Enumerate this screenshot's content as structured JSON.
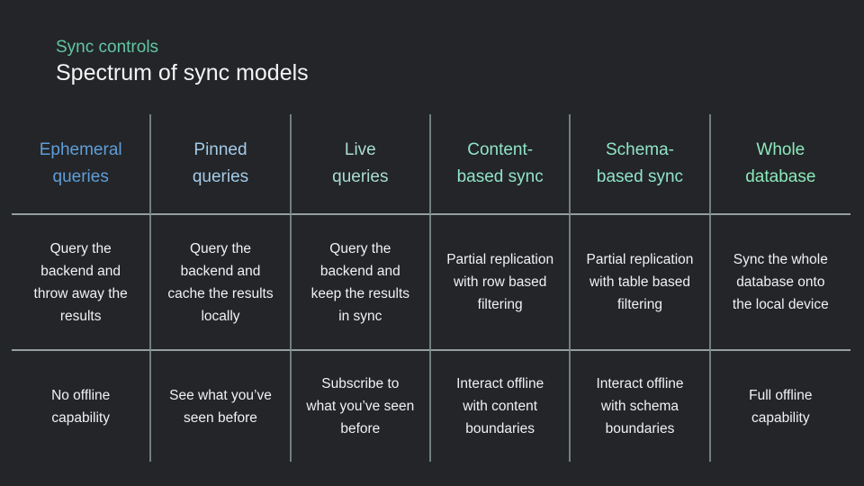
{
  "header": {
    "kicker": "Sync controls",
    "title": "Spectrum of sync models"
  },
  "colors": {
    "background": "#232528",
    "kicker": "#62c6a2",
    "title": "#f4f4f5",
    "body_text": "#f1f1f3",
    "row_line": "#94a19e",
    "col_line": "#72807d"
  },
  "table": {
    "columns": [
      {
        "header": "Ephemeral queries",
        "header_lines": [
          "Ephemeral",
          "queries"
        ],
        "header_color": "#5f9ed9",
        "description": "Query the backend and throw away the results",
        "description_lines": [
          "Query the",
          "backend and",
          "throw away the",
          "results"
        ],
        "offline": "No offline capability",
        "offline_lines": [
          "No offline",
          "capability"
        ]
      },
      {
        "header": "Pinned queries",
        "header_lines": [
          "Pinned",
          "queries"
        ],
        "header_color": "#a4cbe8",
        "description": "Query the backend and cache the results locally",
        "description_lines": [
          "Query the",
          "backend and",
          "cache the results",
          "locally"
        ],
        "offline": "See what you’ve seen before",
        "offline_lines": [
          "See what you’ve",
          "seen before"
        ]
      },
      {
        "header": "Live queries",
        "header_lines": [
          "Live",
          "queries"
        ],
        "header_color": "#a9dcd0",
        "description": "Query the backend and keep the results in sync",
        "description_lines": [
          "Query the",
          "backend and",
          "keep the results",
          "in sync"
        ],
        "offline": "Subscribe to what you’ve seen before",
        "offline_lines": [
          "Subscribe to",
          "what you’ve seen",
          "before"
        ]
      },
      {
        "header": "Content-based sync",
        "header_lines": [
          "Content-",
          "based sync"
        ],
        "header_color": "#90e3c6",
        "description": "Partial replication with row based filtering",
        "description_lines": [
          "Partial replication",
          "with row based",
          "filtering"
        ],
        "offline": "Interact offline with content boundaries",
        "offline_lines": [
          "Interact offline",
          "with content",
          "boundaries"
        ]
      },
      {
        "header": "Schema-based sync",
        "header_lines": [
          "Schema-",
          "based sync"
        ],
        "header_color": "#90e3c6",
        "description": "Partial replication with table based filtering",
        "description_lines": [
          "Partial replication",
          "with table based",
          "filtering"
        ],
        "offline": "Interact offline with schema boundaries",
        "offline_lines": [
          "Interact offline",
          "with schema",
          "boundaries"
        ]
      },
      {
        "header": "Whole database",
        "header_lines": [
          "Whole",
          "database"
        ],
        "header_color": "#8ce9bb",
        "description": "Sync the whole database onto the local device",
        "description_lines": [
          "Sync the whole",
          "database onto",
          "the local device"
        ],
        "offline": "Full offline capability",
        "offline_lines": [
          "Full offline",
          "capability"
        ]
      }
    ]
  }
}
